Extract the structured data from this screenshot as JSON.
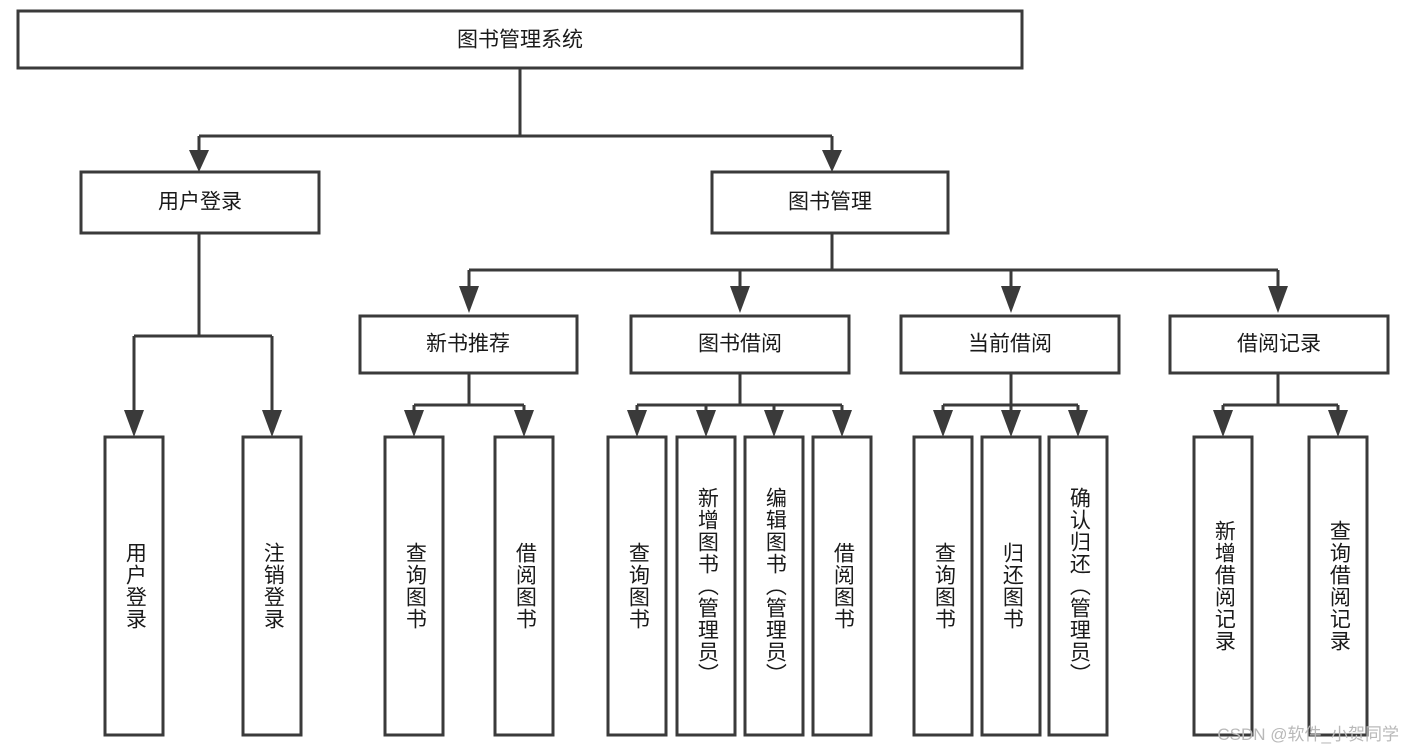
{
  "diagram": {
    "title": "图书管理系统",
    "type": "hierarchy-tree",
    "watermark": "CSDN @软件_小贺同学",
    "colors": {
      "box_stroke": "#3a3a3a",
      "box_fill": "#ffffff",
      "text": "#1a1a1a",
      "background": "#ffffff",
      "watermark": "#b9b9b9"
    },
    "levels": {
      "root": {
        "label": "图书管理系统"
      },
      "level2": [
        {
          "id": "user-login",
          "label": "用户登录"
        },
        {
          "id": "book-manage",
          "label": "图书管理"
        }
      ],
      "level3": [
        {
          "id": "new-book-rec",
          "label": "新书推荐",
          "parent": "book-manage"
        },
        {
          "id": "book-borrow",
          "label": "图书借阅",
          "parent": "book-manage"
        },
        {
          "id": "current-borrow",
          "label": "当前借阅",
          "parent": "book-manage"
        },
        {
          "id": "borrow-record",
          "label": "借阅记录",
          "parent": "book-manage"
        }
      ],
      "leaves": [
        {
          "id": "leaf-user-login",
          "label": "用户登录",
          "parent": "user-login"
        },
        {
          "id": "leaf-logout-login",
          "label": "注销登录",
          "parent": "user-login"
        },
        {
          "id": "leaf-query-book-1",
          "label": "查询图书",
          "parent": "new-book-rec"
        },
        {
          "id": "leaf-borrow-book-1",
          "label": "借阅图书",
          "parent": "new-book-rec"
        },
        {
          "id": "leaf-query-book-2",
          "label": "查询图书",
          "parent": "book-borrow"
        },
        {
          "id": "leaf-add-book",
          "label": "新增图书（管理员）",
          "parent": "book-borrow"
        },
        {
          "id": "leaf-edit-book",
          "label": "编辑图书（管理员）",
          "parent": "book-borrow"
        },
        {
          "id": "leaf-borrow-book-2",
          "label": "借阅图书",
          "parent": "book-borrow"
        },
        {
          "id": "leaf-query-book-3",
          "label": "查询图书",
          "parent": "current-borrow"
        },
        {
          "id": "leaf-return-book",
          "label": "归还图书",
          "parent": "current-borrow"
        },
        {
          "id": "leaf-confirm-return",
          "label": "确认归还（管理员）",
          "parent": "current-borrow"
        },
        {
          "id": "leaf-add-record",
          "label": "新增借阅记录",
          "parent": "borrow-record"
        },
        {
          "id": "leaf-query-record",
          "label": "查询借阅记录",
          "parent": "borrow-record"
        }
      ]
    }
  }
}
